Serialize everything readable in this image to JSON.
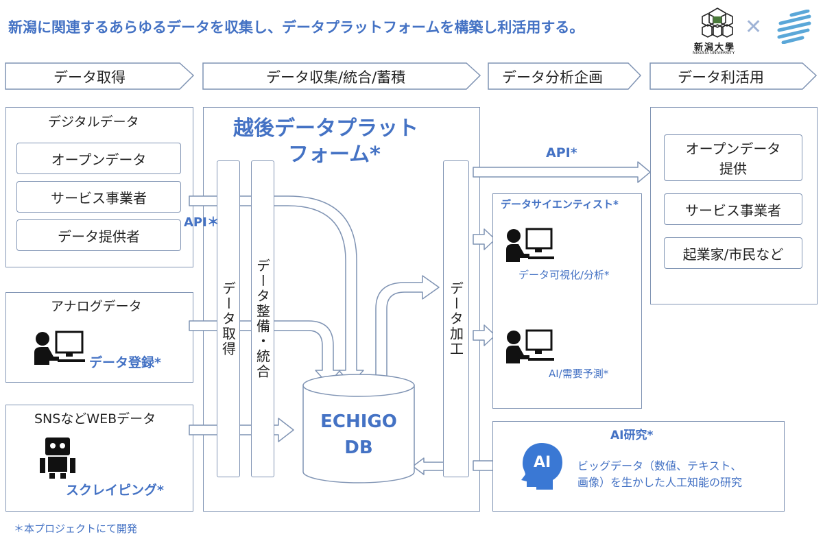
{
  "headline": "新潟に関連するあらゆるデータを収集し、データプラットフォームを構築し利活用する。",
  "logos": {
    "university_name": "新潟大學",
    "university_sub": "NIIGATA UNIVERSITY",
    "cross": "✕"
  },
  "stages": [
    "データ取得",
    "データ収集/統合/蓄積",
    "データ分析企画",
    "データ利活用"
  ],
  "digital": {
    "title": "デジタルデータ",
    "items": [
      "オープンデータ",
      "サービス事業者",
      "データ提供者"
    ]
  },
  "api_left": "API＊",
  "analog": {
    "title": "アナログデータ",
    "action": "データ登録*"
  },
  "sns": {
    "title": "SNSなどWEBデータ",
    "action": "スクレイピング*"
  },
  "platform": {
    "title_line1": "越後データプラット",
    "title_line2": "フォーム*",
    "col_acquire": "データ取得",
    "col_integrate": "データ整備・統合",
    "db_line1": "ECHIGO",
    "db_line2": "DB",
    "col_process": "データ加工"
  },
  "api_right": "API*",
  "scientist": {
    "title": "データサイエンティスト*",
    "task1": "データ可視化/分析*",
    "task2": "AI/需要予測*"
  },
  "ai_research": {
    "title": "AI研究*",
    "icon_label": "AI",
    "desc_line1": "ビッグデータ（数値、テキスト、",
    "desc_line2": "画像）を生かした人工知能の研究"
  },
  "utilization": {
    "items_line1": [
      "オープンデータ",
      "サービス事業者",
      "起業家/市民など"
    ],
    "item1_line2": "提供"
  },
  "footnote": "＊本プロジェクトにて開発",
  "colors": {
    "accent": "#4472c4",
    "border": "#7f93b3"
  }
}
